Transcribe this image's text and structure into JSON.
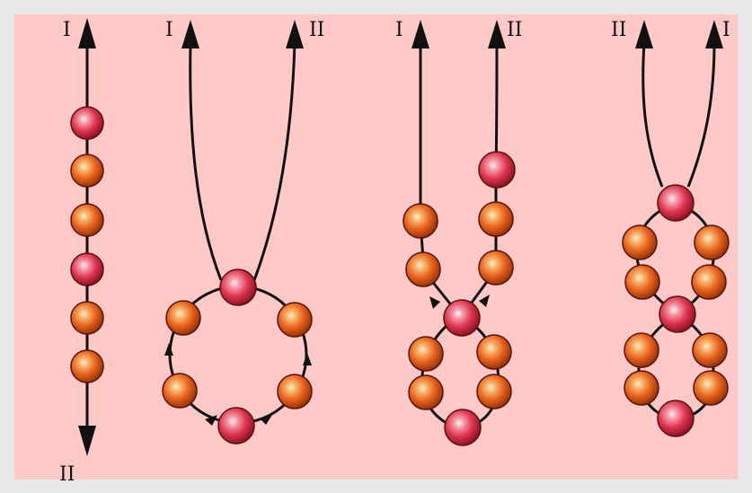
{
  "colors": {
    "background": "#ffc9c7",
    "frame": "#e9e9e9",
    "strand": "#111111",
    "bead_red": "#e0384f",
    "bead_orange": "#e8641e"
  },
  "figures": [
    {
      "name": "linear-chain",
      "labels": [
        {
          "id": "top",
          "text": "I"
        },
        {
          "id": "bottom",
          "text": "II"
        }
      ],
      "beads": [
        "red",
        "orange",
        "orange",
        "red",
        "orange",
        "orange"
      ]
    },
    {
      "name": "single-loop",
      "labels": [
        {
          "id": "left",
          "text": "I"
        },
        {
          "id": "right",
          "text": "II"
        }
      ],
      "beads": [
        "red",
        "orange",
        "orange",
        "orange",
        "red",
        "orange"
      ]
    },
    {
      "name": "loop-with-tails",
      "labels": [
        {
          "id": "left",
          "text": "I"
        },
        {
          "id": "right",
          "text": "II"
        }
      ],
      "beads": [
        "red",
        "orange",
        "orange",
        "orange",
        "orange",
        "red",
        "orange",
        "orange",
        "orange",
        "orange",
        "red"
      ]
    },
    {
      "name": "figure-eight",
      "labels": [
        {
          "id": "left",
          "text": "II"
        },
        {
          "id": "right",
          "text": "I"
        }
      ],
      "beads": [
        "red",
        "orange",
        "orange",
        "orange",
        "orange",
        "red",
        "orange",
        "orange",
        "orange",
        "orange",
        "red"
      ]
    }
  ]
}
